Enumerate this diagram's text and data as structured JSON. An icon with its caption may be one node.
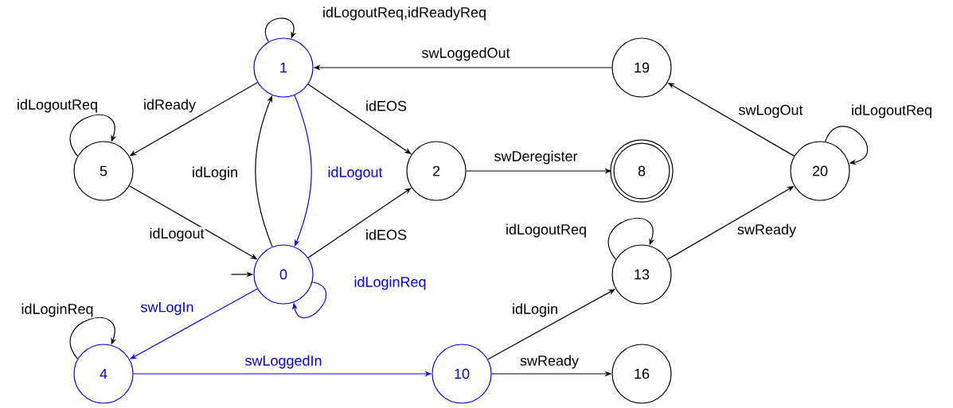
{
  "diagram": {
    "nodes": [
      {
        "text": [
          "0"
        ]
      },
      {
        "text": [
          "1"
        ]
      },
      {
        "text": [
          "2"
        ]
      },
      {
        "text": [
          "4"
        ]
      },
      {
        "text": [
          "5"
        ]
      },
      {
        "text": [
          "8"
        ]
      },
      {
        "text": [
          "10"
        ]
      },
      {
        "text": [
          "13"
        ]
      },
      {
        "text": [
          "16"
        ]
      },
      {
        "text": [
          "19"
        ]
      },
      {
        "text": [
          "20"
        ]
      }
    ],
    "edges": [
      {
        "from": 1,
        "to": 1,
        "arrow": "to",
        "label": "idLogoutReq,idReadyReq"
      },
      {
        "from": 1,
        "to": 4,
        "arrow": "to",
        "label": "idReady"
      },
      {
        "from": 1,
        "to": 2,
        "arrow": "to",
        "label": "idEOS"
      },
      {
        "from": 1,
        "to": 0,
        "arrow": "to",
        "label": "idLogout",
        "color": "#0000ff"
      },
      {
        "from": 0,
        "to": 1,
        "arrow": "to",
        "label": "idLogin"
      },
      {
        "from": 4,
        "to": 4,
        "arrow": "to",
        "label": "idLogoutReq"
      },
      {
        "from": 4,
        "to": 0,
        "arrow": "to",
        "label": "idLogout"
      },
      {
        "from": 0,
        "to": 2,
        "arrow": "to",
        "label": "idEOS"
      },
      {
        "from": 0,
        "to": 0,
        "arrow": "to",
        "label": "idLoginReq",
        "color": "#0000ff"
      },
      {
        "from": null,
        "to": 0,
        "arrow": "to"
      },
      {
        "from": 0,
        "to": 3,
        "arrow": "to",
        "label": "swLogIn",
        "color": "#0000ff"
      },
      {
        "from": 3,
        "to": 3,
        "arrow": "to",
        "label": "idLoginReq"
      },
      {
        "from": 3,
        "to": 6,
        "arrow": "to",
        "label": "swLoggedIn",
        "color": "#0000ff"
      },
      {
        "from": 2,
        "to": 5,
        "arrow": "to",
        "label": "swDeregister"
      },
      {
        "from": 6,
        "to": 7,
        "arrow": "to",
        "label": "idLogin"
      },
      {
        "from": 6,
        "to": 8,
        "arrow": "to",
        "label": "swReady"
      },
      {
        "from": 7,
        "to": 7,
        "arrow": "to",
        "label": "idLogoutReq"
      },
      {
        "from": 7,
        "to": 10,
        "arrow": "to",
        "label": "swReady"
      },
      {
        "from": 10,
        "to": 10,
        "arrow": "to",
        "label": "idLogoutReq"
      },
      {
        "from": 10,
        "to": 9,
        "arrow": "to",
        "label": "swLogOut"
      },
      {
        "from": 9,
        "to": 1,
        "arrow": "to",
        "label": "swLoggedOut"
      }
    ]
  }
}
